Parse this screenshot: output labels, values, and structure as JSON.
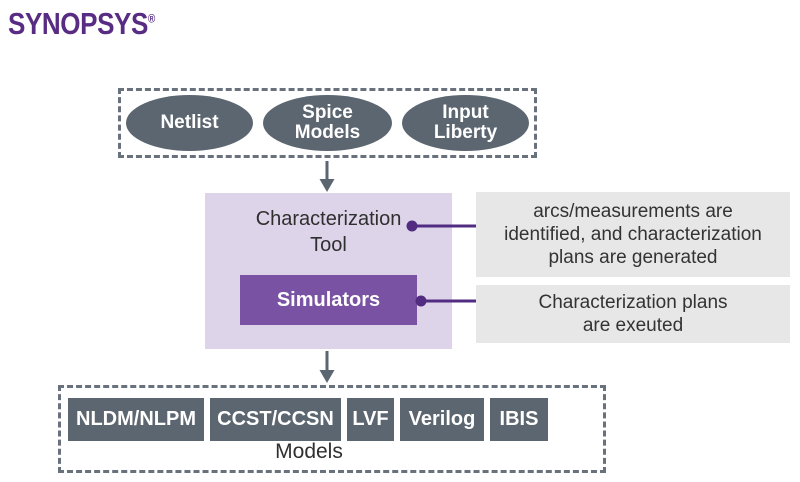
{
  "logo": {
    "brand": "SYNOPSYS",
    "registered": "®"
  },
  "inputs": {
    "ellipses": [
      {
        "lines": [
          "Netlist"
        ]
      },
      {
        "lines": [
          "Spice",
          "Models"
        ]
      },
      {
        "lines": [
          "Input",
          "Liberty"
        ]
      }
    ]
  },
  "tool": {
    "title_lines": [
      "Characterization",
      "Tool"
    ],
    "simulators": "Simulators"
  },
  "annotations": [
    {
      "lines": [
        "arcs/measurements are",
        "identified, and characterization",
        "plans are generated"
      ]
    },
    {
      "lines": [
        "Characterization plans",
        "are exeuted"
      ]
    }
  ],
  "outputs": {
    "models": [
      "NLDM/NLPM",
      "CCST/CCSN",
      "LVF",
      "Verilog",
      "IBIS"
    ],
    "caption": "Models"
  },
  "icons": {
    "flow_arrow": "down-arrow",
    "connector": "dot-with-line"
  },
  "colors": {
    "brand_purple": "#582C83",
    "slate": "#5C6670",
    "dashed_border": "#68717C",
    "lavender": "#DDD4E9",
    "simulators_purple": "#7952A3",
    "connector_purple": "#512C81",
    "annotation_bg": "#E8E7E8",
    "text_dark": "#2F2F2F"
  }
}
